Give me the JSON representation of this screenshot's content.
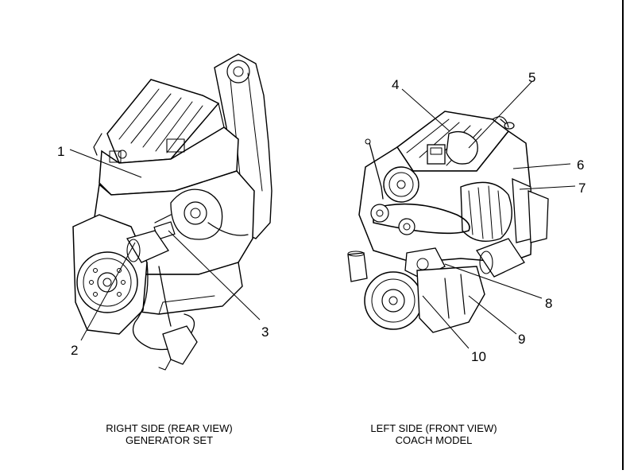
{
  "callouts": [
    "1",
    "2",
    "3",
    "4",
    "5",
    "6",
    "7",
    "8",
    "9",
    "10"
  ],
  "left_caption": {
    "line1": "RIGHT SIDE (REAR VIEW)",
    "line2": "GENERATOR SET"
  },
  "right_caption": {
    "line1": "LEFT SIDE (FRONT VIEW)",
    "line2": "COACH MODEL"
  }
}
